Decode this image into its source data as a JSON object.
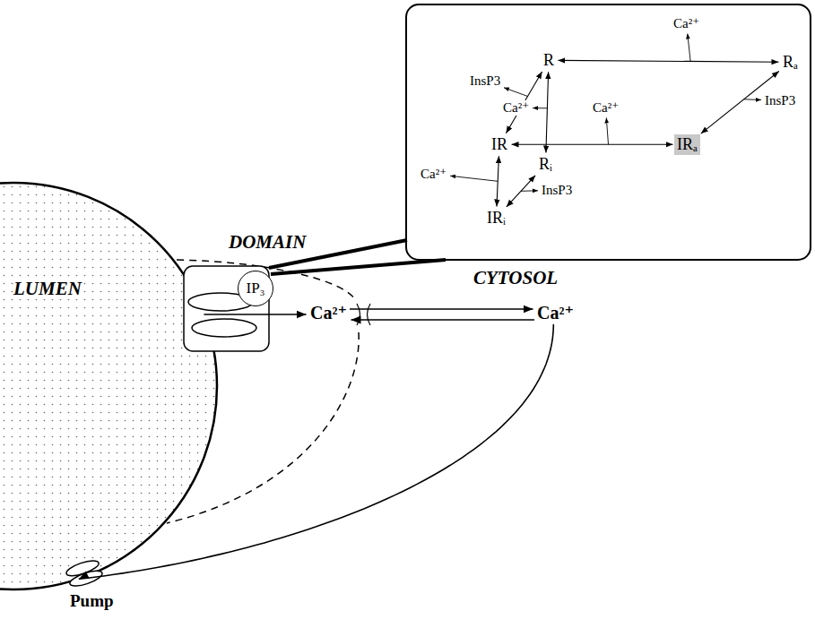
{
  "diagram": {
    "nodes": [
      {
        "text": [
          "LUMEN"
        ]
      },
      {
        "text": [
          "IP₃"
        ]
      },
      {
        "text": [
          "Ca²⁺"
        ]
      },
      {
        "text": [
          "Ca²⁺"
        ]
      },
      {
        "text": [
          "R"
        ]
      },
      {
        "text": [
          "Rₐ"
        ]
      },
      {
        "text": [
          "IR"
        ]
      },
      {
        "text": [
          "IRₐ"
        ]
      },
      {
        "text": [
          "Rᵢ"
        ]
      },
      {
        "text": [
          "IRᵢ"
        ]
      }
    ],
    "edges": [
      {
        "from": 0,
        "to": 2,
        "arrow": "to"
      },
      {
        "from": 2,
        "to": 3,
        "arrow": "to"
      },
      {
        "from": 3,
        "to": 2,
        "arrow": "to"
      },
      {
        "from": 3,
        "to": 0,
        "arrow": "to"
      },
      {
        "from": 4,
        "to": 5,
        "arrow": "both",
        "label": "Ca²⁺"
      },
      {
        "from": 4,
        "to": 6,
        "arrow": "both",
        "label": "InsP3"
      },
      {
        "from": 4,
        "to": 8,
        "arrow": "both",
        "label": "Ca²⁺"
      },
      {
        "from": 6,
        "to": 7,
        "arrow": "both",
        "label": "Ca²⁺"
      },
      {
        "from": 5,
        "to": 7,
        "arrow": "both",
        "label": "InsP3"
      },
      {
        "from": 6,
        "to": 9,
        "arrow": "both",
        "label": "Ca²⁺"
      },
      {
        "from": 8,
        "to": 9,
        "arrow": "both",
        "label": "InsP3"
      }
    ],
    "labels": [
      "DOMAIN",
      "CYTOSOL",
      "Pump"
    ]
  }
}
